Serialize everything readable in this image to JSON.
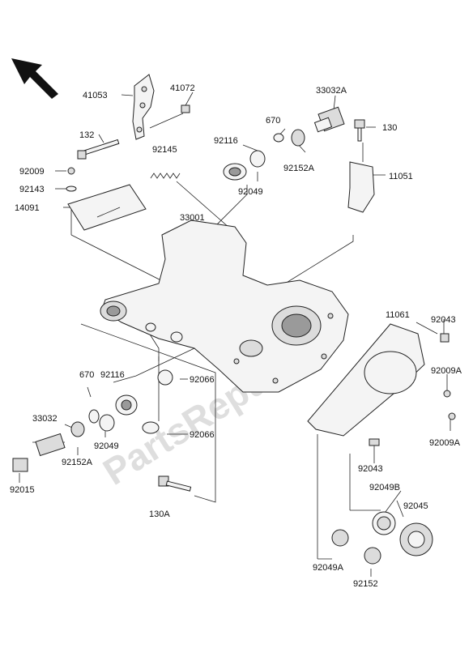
{
  "watermark": "PartsRepublik",
  "labels": {
    "l41053": "41053",
    "l41072": "41072",
    "l33032A": "33032A",
    "l132": "132",
    "l670a": "670",
    "l130": "130",
    "l92145": "92145",
    "l92116a": "92116",
    "l92152Aa": "92152A",
    "l11051": "11051",
    "l92009": "92009",
    "l92049a": "92049",
    "l92143": "92143",
    "l14091": "14091",
    "l33001": "33001",
    "l11061": "11061",
    "l92043a": "92043",
    "l92116b": "92116",
    "l92009Aa": "92009A",
    "l670b": "670",
    "l92066a": "92066",
    "l33032": "33032",
    "l92049b": "92049",
    "l92066b": "92066",
    "l92009Ab": "92009A",
    "l92152Ab": "92152A",
    "l92015": "92015",
    "l92043b": "92043",
    "l92049B": "92049B",
    "l92045": "92045",
    "l130A": "130A",
    "l92049A": "92049A",
    "l92152": "92152"
  }
}
